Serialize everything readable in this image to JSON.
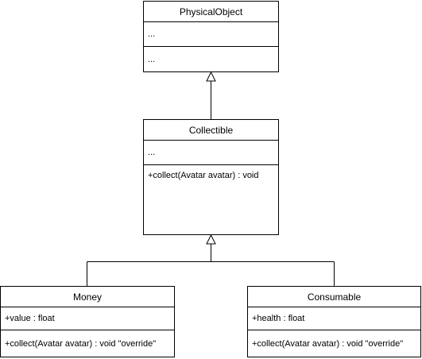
{
  "classes": {
    "physical_object": {
      "name": "PhysicalObject",
      "attributes": [
        "..."
      ],
      "operations": [
        "..."
      ]
    },
    "collectible": {
      "name": "Collectible",
      "attributes": [
        "..."
      ],
      "operations": [
        "+collect(Avatar avatar) : void"
      ]
    },
    "money": {
      "name": "Money",
      "attributes": [
        "+value : float"
      ],
      "operations": [
        "+collect(Avatar avatar) : void \"override\""
      ]
    },
    "consumable": {
      "name": "Consumable",
      "attributes": [
        "+health : float"
      ],
      "operations": [
        "+collect(Avatar avatar) : void \"override\""
      ]
    }
  },
  "relations": [
    {
      "type": "generalization",
      "from": "collectible",
      "to": "physical_object"
    },
    {
      "type": "generalization",
      "from": "money",
      "to": "collectible"
    },
    {
      "type": "generalization",
      "from": "consumable",
      "to": "collectible"
    }
  ]
}
